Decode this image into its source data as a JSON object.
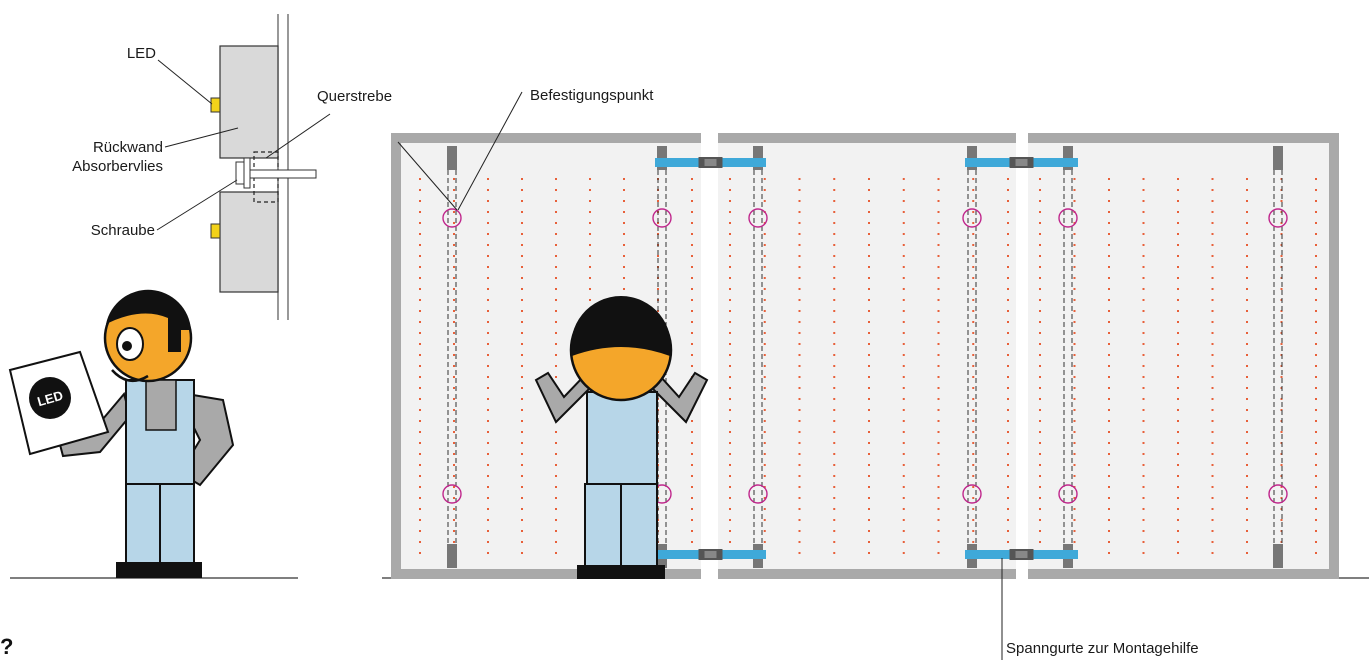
{
  "labels": {
    "led": "LED",
    "back_wall": "Rückwand",
    "absorber_fleece": "Absorbervlies",
    "screw": "Schraube",
    "cross_strut": "Querstrebe",
    "mounting_point": "Befestigungspunkt",
    "straps": "Spanngurte zur Montagehilfe",
    "card_text": "LED",
    "corner_mark": "?"
  },
  "colors": {
    "frame": "#a9a9a9",
    "panel_fill": "#efefef",
    "led_dot": "#e8603a",
    "strap": "#3fa9d9",
    "mount_circle": "#c0278c",
    "skin": "#f4a62a",
    "overall": "#b7d6e8",
    "shirt": "#a9a9a9",
    "led_chip": "#f2d21a"
  },
  "panels": {
    "count": 3,
    "led_columns_per_panel": 9,
    "struts_per_panel": 2,
    "mounting_rows": 2
  }
}
